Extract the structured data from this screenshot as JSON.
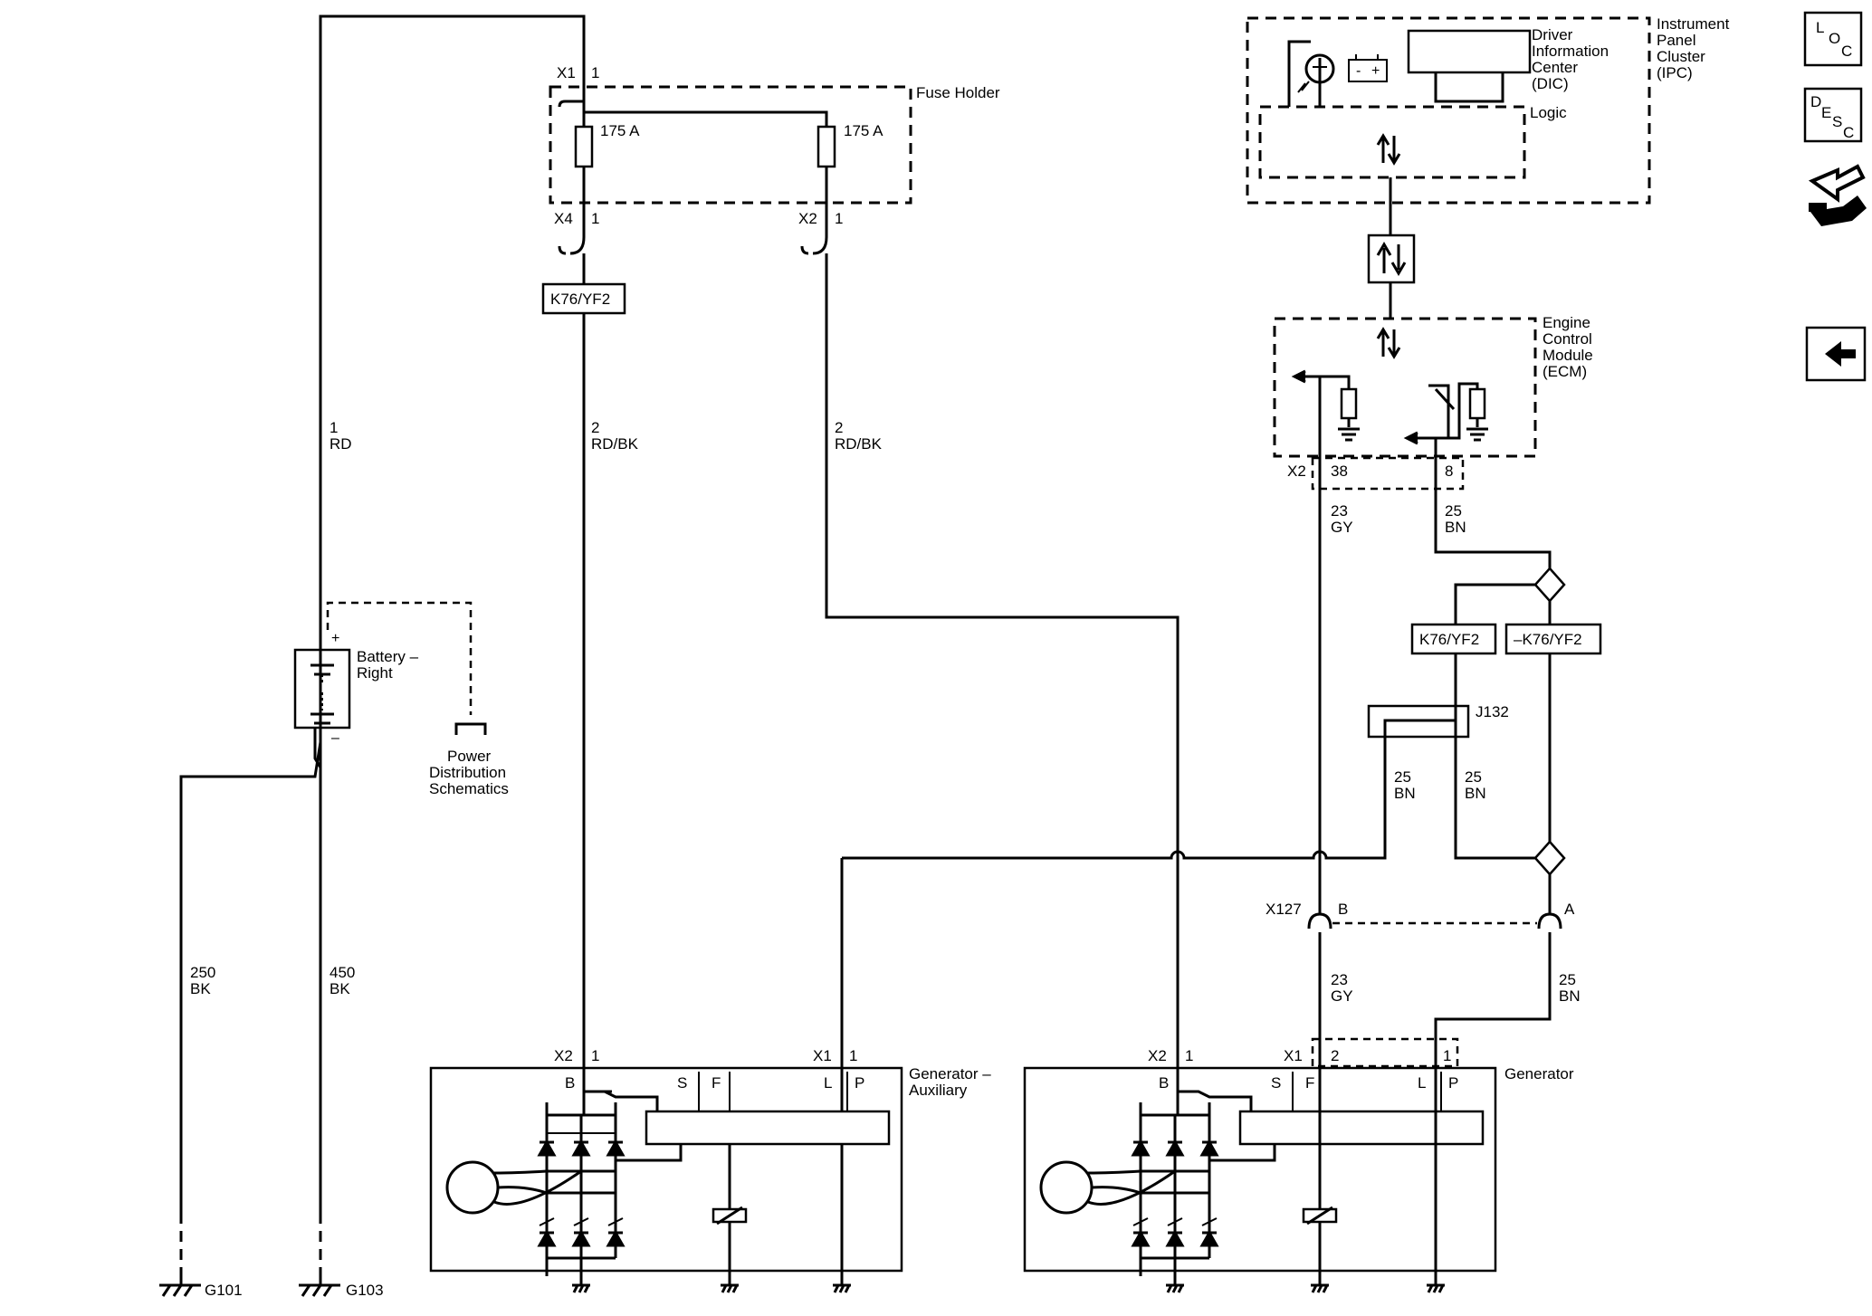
{
  "components": {
    "fuse_holder": "Fuse Holder",
    "fuse1": "175 A",
    "fuse2": "175 A",
    "ipc": [
      "Instrument",
      "Panel",
      "Cluster",
      "(IPC)"
    ],
    "dic": [
      "Driver",
      "Information",
      "Center",
      "(DIC)"
    ],
    "logic": "Logic",
    "ecm": [
      "Engine",
      "Control",
      "Module",
      "(ECM)"
    ],
    "battery": [
      "Battery –",
      "Right"
    ],
    "battery_pos": "+",
    "battery_neg": "–",
    "power_dist": [
      "Power",
      "Distribution",
      "Schematics"
    ],
    "gen_aux": [
      "Generator –",
      "Auxiliary"
    ],
    "gen": "Generator",
    "j132": "J132",
    "x127": "X127",
    "g101": "G101",
    "g103": "G103"
  },
  "options": {
    "k76_main": "K76/YF2",
    "k76_a": "K76/YF2",
    "k76_b": "–K76/YF2"
  },
  "connectors": {
    "fh_x1": "X1",
    "fh_x1_pin": "1",
    "fh_x4": "X4",
    "fh_x4_pin": "1",
    "fh_x2": "X2",
    "fh_x2_pin": "1",
    "ecm_x2": "X2",
    "ecm_pin38": "38",
    "ecm_pin8": "8",
    "x127_b": "B",
    "x127_a": "A",
    "ga_x2": "X2",
    "ga_x2_pin": "1",
    "ga_x1": "X1",
    "ga_x1_pin": "1",
    "g_x2": "X2",
    "g_x2_pin": "1",
    "g_x1": "X1",
    "g_x1_pin2": "2",
    "g_x1_pin1": "1"
  },
  "terminals": {
    "b": "B",
    "s": "S",
    "f": "F",
    "l": "L",
    "p": "P"
  },
  "wires": {
    "w1": [
      "1",
      "RD"
    ],
    "w2a": [
      "2",
      "RD/BK"
    ],
    "w2b": [
      "2",
      "RD/BK"
    ],
    "w23a": [
      "23",
      "GY"
    ],
    "w25a": [
      "25",
      "BN"
    ],
    "w25b": [
      "25",
      "BN"
    ],
    "w25c": [
      "25",
      "BN"
    ],
    "w23b": [
      "23",
      "GY"
    ],
    "w25d": [
      "25",
      "BN"
    ],
    "w250": [
      "250",
      "BK"
    ],
    "w450": [
      "450",
      "BK"
    ]
  },
  "nav": {
    "loc": [
      "L",
      "O",
      "C"
    ],
    "desc": [
      "D",
      "E",
      "S",
      "C"
    ]
  }
}
